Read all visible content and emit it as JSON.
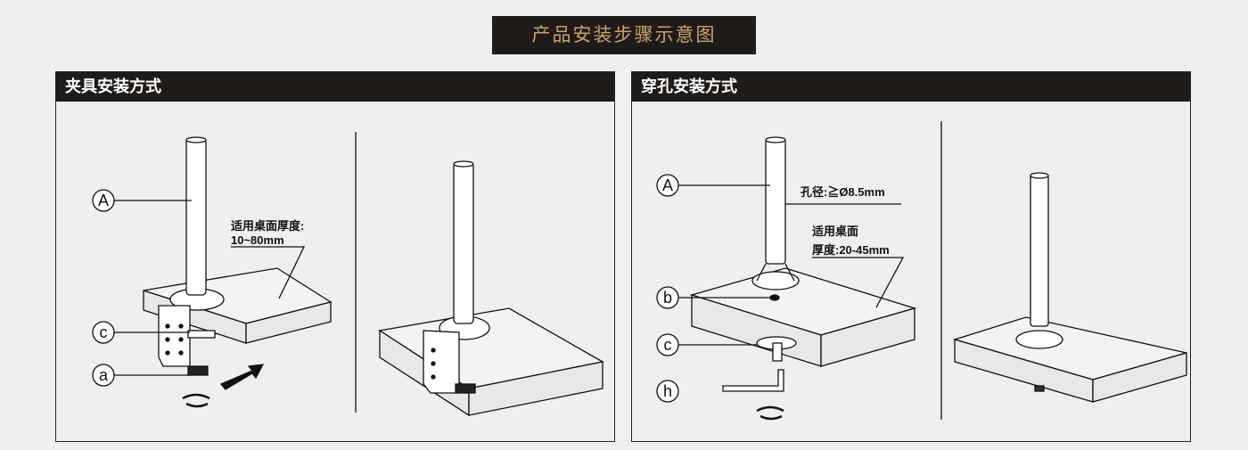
{
  "title": "产品安装步骤示意图",
  "colors": {
    "header_bg": "#1f1b18",
    "title_text": "#c9a36e",
    "background": "#efefef"
  },
  "clamp_panel": {
    "title": "夹具安装方式",
    "labels": {
      "A": "A",
      "c": "c",
      "a": "a"
    },
    "thickness_label": "适用桌面厚度:",
    "thickness_value": "10~80mm"
  },
  "grommet_panel": {
    "title": "穿孔安装方式",
    "labels": {
      "A": "A",
      "b": "b",
      "c": "c",
      "h": "h"
    },
    "hole_label": "孔径:≧Ø8.5mm",
    "thickness_label": "适用桌面",
    "thickness_value": "厚度:20-45mm"
  }
}
